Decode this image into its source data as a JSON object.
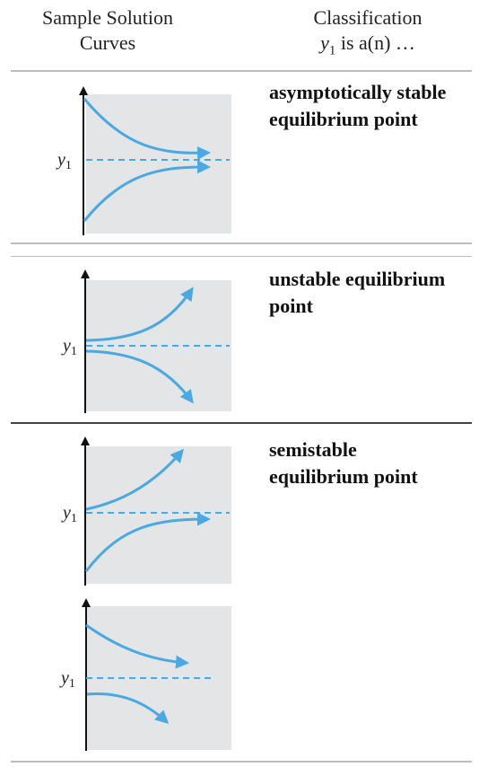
{
  "header": {
    "left_line1": "Sample Solution",
    "left_line2": "Curves",
    "right_line1": "Classification",
    "right_var": "y",
    "right_sub": "1",
    "right_rest": " is a(n) …"
  },
  "rows": [
    {
      "class_line1": "asymptotically stable",
      "class_line2": "equilibrium point"
    },
    {
      "class_line1": "unstable equilibrium",
      "class_line2": "point"
    },
    {
      "class_line1": "semistable",
      "class_line2": "equilibrium point"
    }
  ],
  "axis_label": {
    "var": "y",
    "sub": "1"
  },
  "colors": {
    "curve": "#4aa8e2",
    "panel": "#e4e5e7",
    "axis": "#111111",
    "rule_light": "#bdbdbd",
    "rule_dark": "#444444"
  }
}
